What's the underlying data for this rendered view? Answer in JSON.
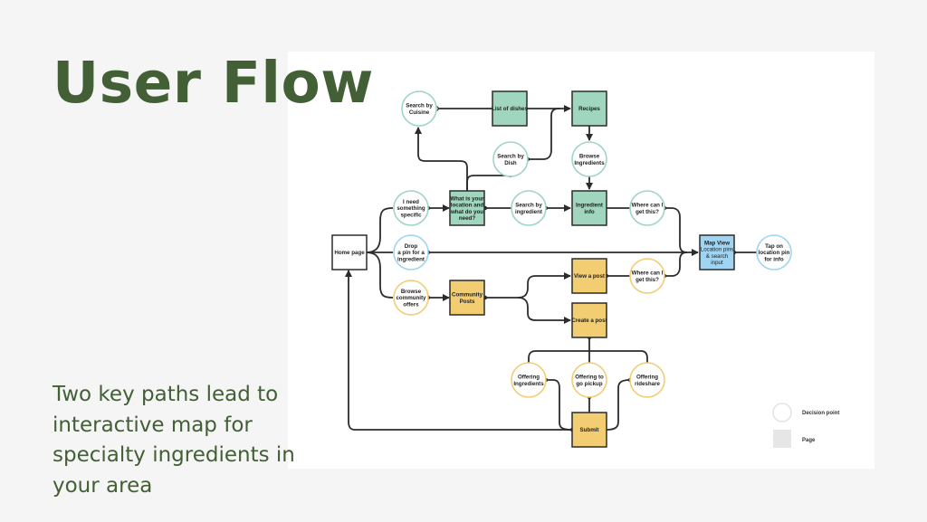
{
  "title": "User Flow",
  "subtitle": "Two key paths lead to interactive map for specialty ingredients in your area",
  "colors": {
    "title": "#435f36",
    "page_green": "#9fd6bd",
    "decision_green": "#9fd6bd",
    "page_yellow": "#f2cd72",
    "decision_yellow": "#f2cd72",
    "page_blue": "#9fd4f2",
    "decision_blue": "#9fd4f2",
    "page_white": "#ffffff",
    "line": "#2b2b2b",
    "legend": "#e5e5e5"
  },
  "nodes": {
    "home_page": {
      "lines": [
        "Home page"
      ],
      "kind": "page",
      "theme": "white"
    },
    "search_cuisine": {
      "lines": [
        "Search by",
        "Cuisine"
      ],
      "kind": "decision",
      "theme": "green"
    },
    "list_dishes": {
      "lines": [
        "List of dishes"
      ],
      "kind": "page",
      "theme": "green"
    },
    "recipes": {
      "lines": [
        "Recipes"
      ],
      "kind": "page",
      "theme": "green"
    },
    "search_dish": {
      "lines": [
        "Search by",
        "Dish"
      ],
      "kind": "decision",
      "theme": "green"
    },
    "browse_ingredients": {
      "lines": [
        "Browse",
        "Ingredients"
      ],
      "kind": "decision",
      "theme": "green"
    },
    "need_specific": {
      "lines": [
        "I need",
        "something",
        "specific"
      ],
      "kind": "decision",
      "theme": "green"
    },
    "location_need": {
      "lines": [
        "What is your",
        "location and",
        "what do you",
        "need?"
      ],
      "kind": "page",
      "theme": "green"
    },
    "search_ingredient": {
      "lines": [
        "Search by",
        "ingredient"
      ],
      "kind": "decision",
      "theme": "green"
    },
    "ingredient_info": {
      "lines": [
        "Ingredient",
        "info"
      ],
      "kind": "page",
      "theme": "green"
    },
    "where_green": {
      "lines": [
        "Where can I",
        "get this?"
      ],
      "kind": "decision",
      "theme": "green"
    },
    "drop_pin": {
      "lines": [
        "Drop",
        "a pin for a",
        "ingredient"
      ],
      "kind": "decision",
      "theme": "blue"
    },
    "map_view": {
      "lines": [
        "Map View",
        "Location pins",
        "& search",
        "input"
      ],
      "kind": "page",
      "theme": "blue"
    },
    "tap_pin": {
      "lines": [
        "Tap on",
        "location pin",
        "for info"
      ],
      "kind": "decision",
      "theme": "blue"
    },
    "browse_community": {
      "lines": [
        "Browse",
        "community",
        "offers"
      ],
      "kind": "decision",
      "theme": "yellow"
    },
    "community_posts": {
      "lines": [
        "Community",
        "Posts"
      ],
      "kind": "page",
      "theme": "yellow"
    },
    "view_post": {
      "lines": [
        "View a post"
      ],
      "kind": "page",
      "theme": "yellow"
    },
    "where_yellow": {
      "lines": [
        "Where can I",
        "get this?"
      ],
      "kind": "decision",
      "theme": "yellow"
    },
    "create_post": {
      "lines": [
        "Create a post"
      ],
      "kind": "page",
      "theme": "yellow"
    },
    "offering_ingredients": {
      "lines": [
        "Offering",
        "Ingredients"
      ],
      "kind": "decision",
      "theme": "yellow"
    },
    "offering_pickup": {
      "lines": [
        "Offering to",
        "go pickup"
      ],
      "kind": "decision",
      "theme": "yellow"
    },
    "offering_rideshare": {
      "lines": [
        "Offering",
        "rideshare"
      ],
      "kind": "decision",
      "theme": "yellow"
    },
    "submit": {
      "lines": [
        "Submit"
      ],
      "kind": "page",
      "theme": "yellow"
    }
  },
  "edges": [
    {
      "from": "home_page",
      "to": "need_specific"
    },
    {
      "from": "home_page",
      "to": "drop_pin"
    },
    {
      "from": "home_page",
      "to": "browse_community"
    },
    {
      "from": "need_specific",
      "to": "location_need"
    },
    {
      "from": "location_need",
      "to": "search_cuisine"
    },
    {
      "from": "location_need",
      "to": "search_dish"
    },
    {
      "from": "location_need",
      "to": "search_ingredient"
    },
    {
      "from": "search_cuisine",
      "to": "list_dishes"
    },
    {
      "from": "list_dishes",
      "to": "recipes"
    },
    {
      "from": "search_dish",
      "to": "recipes"
    },
    {
      "from": "recipes",
      "to": "browse_ingredients"
    },
    {
      "from": "browse_ingredients",
      "to": "ingredient_info"
    },
    {
      "from": "search_ingredient",
      "to": "ingredient_info"
    },
    {
      "from": "ingredient_info",
      "to": "where_green"
    },
    {
      "from": "where_green",
      "to": "map_view"
    },
    {
      "from": "drop_pin",
      "to": "map_view"
    },
    {
      "from": "where_yellow",
      "to": "map_view"
    },
    {
      "from": "map_view",
      "to": "tap_pin"
    },
    {
      "from": "browse_community",
      "to": "community_posts"
    },
    {
      "from": "community_posts",
      "to": "view_post"
    },
    {
      "from": "community_posts",
      "to": "create_post"
    },
    {
      "from": "view_post",
      "to": "where_yellow"
    },
    {
      "from": "create_post",
      "to": "offering_ingredients"
    },
    {
      "from": "create_post",
      "to": "offering_pickup"
    },
    {
      "from": "create_post",
      "to": "offering_rideshare"
    },
    {
      "from": "offering_ingredients",
      "to": "submit"
    },
    {
      "from": "offering_pickup",
      "to": "submit"
    },
    {
      "from": "offering_rideshare",
      "to": "submit"
    },
    {
      "from": "submit",
      "to": "home_page"
    }
  ],
  "legend": {
    "decision_label": "Decision point",
    "page_label": "Page"
  }
}
